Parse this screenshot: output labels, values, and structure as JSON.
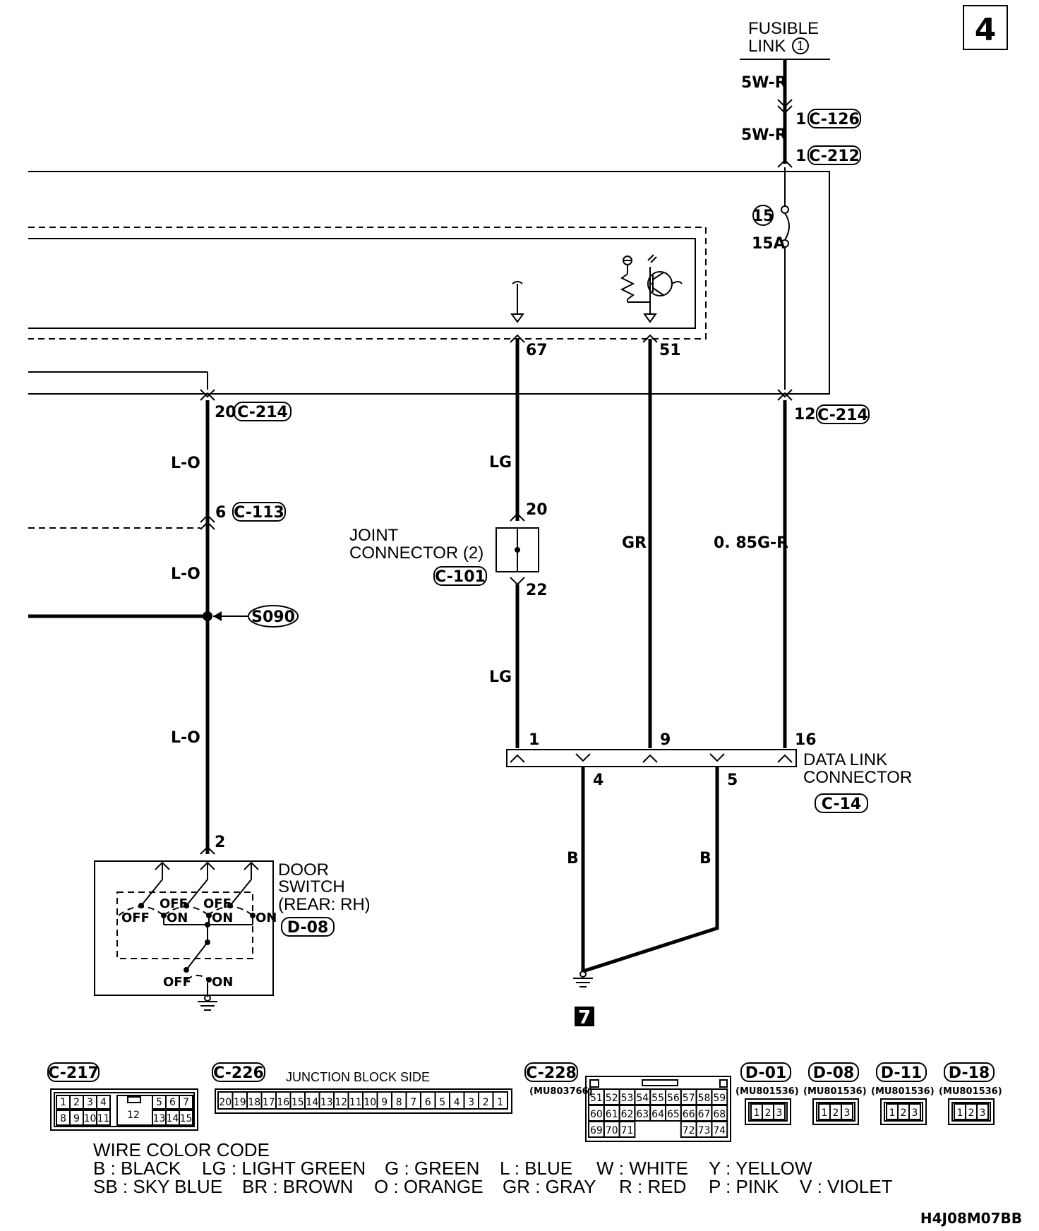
{
  "page_number": "4",
  "fusible_link": {
    "line1": "FUSIBLE",
    "line2": "LINK",
    "number": "1"
  },
  "wires": {
    "fl_top": "5W-R",
    "fl_mid": "5W-R",
    "door_a": "L-O",
    "door_b": "L-O",
    "door_c": "L-O",
    "lg_top": "LG",
    "lg_bot": "LG",
    "gr": "GR",
    "pwr": "0. 85G-R",
    "b_left": "B",
    "b_right": "B"
  },
  "pins": {
    "c126": "1",
    "c212": "1",
    "p67": "67",
    "p51": "51",
    "c214_left": "20",
    "c214_right": "12",
    "c113": "6",
    "jc_in": "20",
    "jc_out": "22",
    "dlc1": "1",
    "dlc9": "9",
    "dlc16": "16",
    "dlc4": "4",
    "dlc5": "5",
    "door2": "2"
  },
  "connectors": {
    "c126": "C-126",
    "c212": "C-212",
    "c214_left": "C-214",
    "c214_right": "C-214",
    "c113": "C-113",
    "c101": "C-101",
    "c14": "C-14",
    "d08": "D-08",
    "s090": "S090"
  },
  "fuse": {
    "number": "15",
    "rating": "15A"
  },
  "joint_connector": {
    "line1": "JOINT",
    "line2": "CONNECTOR (2)"
  },
  "data_link_connector": {
    "line1": "DATA LINK",
    "line2": "CONNECTOR"
  },
  "door_switch": {
    "line1": "DOOR",
    "line2": "SWITCH",
    "line3": "(REAR: RH)",
    "off1": "OFF",
    "off2": "OFF",
    "off3": "OFF",
    "off4": "OFF",
    "on1": "ON",
    "on2": "ON",
    "on3": "ON",
    "on4": "ON"
  },
  "ground_ref": "7",
  "connector_views": {
    "c217": {
      "label": "C-217",
      "top": [
        "1",
        "2",
        "3",
        "4",
        "5",
        "6",
        "7"
      ],
      "bottom": [
        "8",
        "9",
        "10",
        "11",
        "13",
        "14",
        "15"
      ],
      "center": "12"
    },
    "c226": {
      "label": "C-226",
      "caption": "JUNCTION BLOCK SIDE",
      "cells": [
        "20",
        "19",
        "18",
        "17",
        "16",
        "15",
        "14",
        "13",
        "12",
        "11",
        "10",
        "9",
        "8",
        "7",
        "6",
        "5",
        "4",
        "3",
        "2",
        "1"
      ]
    },
    "c228": {
      "label": "C-228",
      "part": "(MU803766)",
      "row1": [
        "51",
        "52",
        "53",
        "54",
        "55",
        "56",
        "57",
        "58",
        "59"
      ],
      "row2": [
        "60",
        "61",
        "62",
        "63",
        "64",
        "65",
        "66",
        "67",
        "68"
      ],
      "row3a": [
        "69",
        "70",
        "71"
      ],
      "row3b": [
        "72",
        "73",
        "74"
      ]
    },
    "d01": {
      "label": "D-01",
      "part": "(MU801536)",
      "cells": [
        "1",
        "2",
        "3"
      ]
    },
    "d08": {
      "label": "D-08",
      "part": "(MU801536)",
      "cells": [
        "1",
        "2",
        "3"
      ]
    },
    "d11": {
      "label": "D-11",
      "part": "(MU801536)",
      "cells": [
        "1",
        "2",
        "3"
      ]
    },
    "d18": {
      "label": "D-18",
      "part": "(MU801536)",
      "cells": [
        "1",
        "2",
        "3"
      ]
    }
  },
  "wire_color_code": {
    "title": "WIRE COLOR CODE",
    "row1": [
      "B : BLACK",
      "LG : LIGHT GREEN",
      "G : GREEN",
      "L : BLUE",
      "W : WHITE",
      "Y : YELLOW"
    ],
    "row2": [
      "SB : SKY BLUE",
      "BR : BROWN",
      "O : ORANGE",
      "GR : GRAY",
      "R : RED",
      "P : PINK",
      "V : VIOLET"
    ]
  },
  "drawing_id": "H4J08M07BB"
}
